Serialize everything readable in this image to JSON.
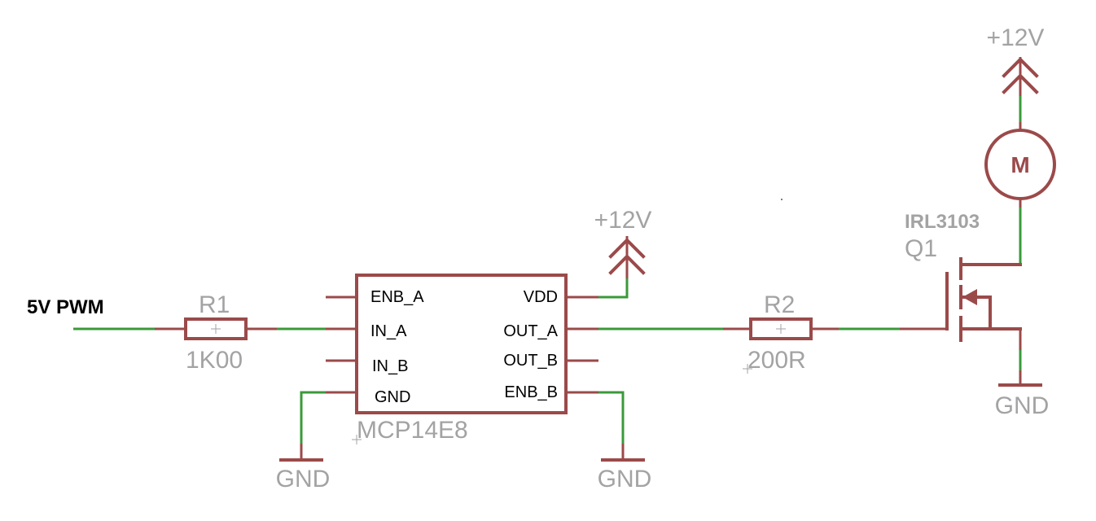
{
  "input": {
    "label": "5V PWM"
  },
  "r1": {
    "name": "R1",
    "value": "1K00"
  },
  "r2": {
    "name": "R2",
    "value": "200R"
  },
  "ic": {
    "name": "MCP14E8",
    "pins_left": [
      "ENB_A",
      "IN_A",
      "IN_B",
      "GND"
    ],
    "pins_right": [
      "VDD",
      "OUT_A",
      "OUT_B",
      "ENB_B"
    ]
  },
  "power": {
    "supply_label": "+12V",
    "ground_label": "GND"
  },
  "q1": {
    "name": "Q1",
    "part": "IRL3103"
  },
  "motor": {
    "label": "M"
  },
  "colors": {
    "symbol": "#9b4a4a",
    "wire": "#3a9a3a",
    "label": "#a3a3a3",
    "text": "#000000"
  }
}
